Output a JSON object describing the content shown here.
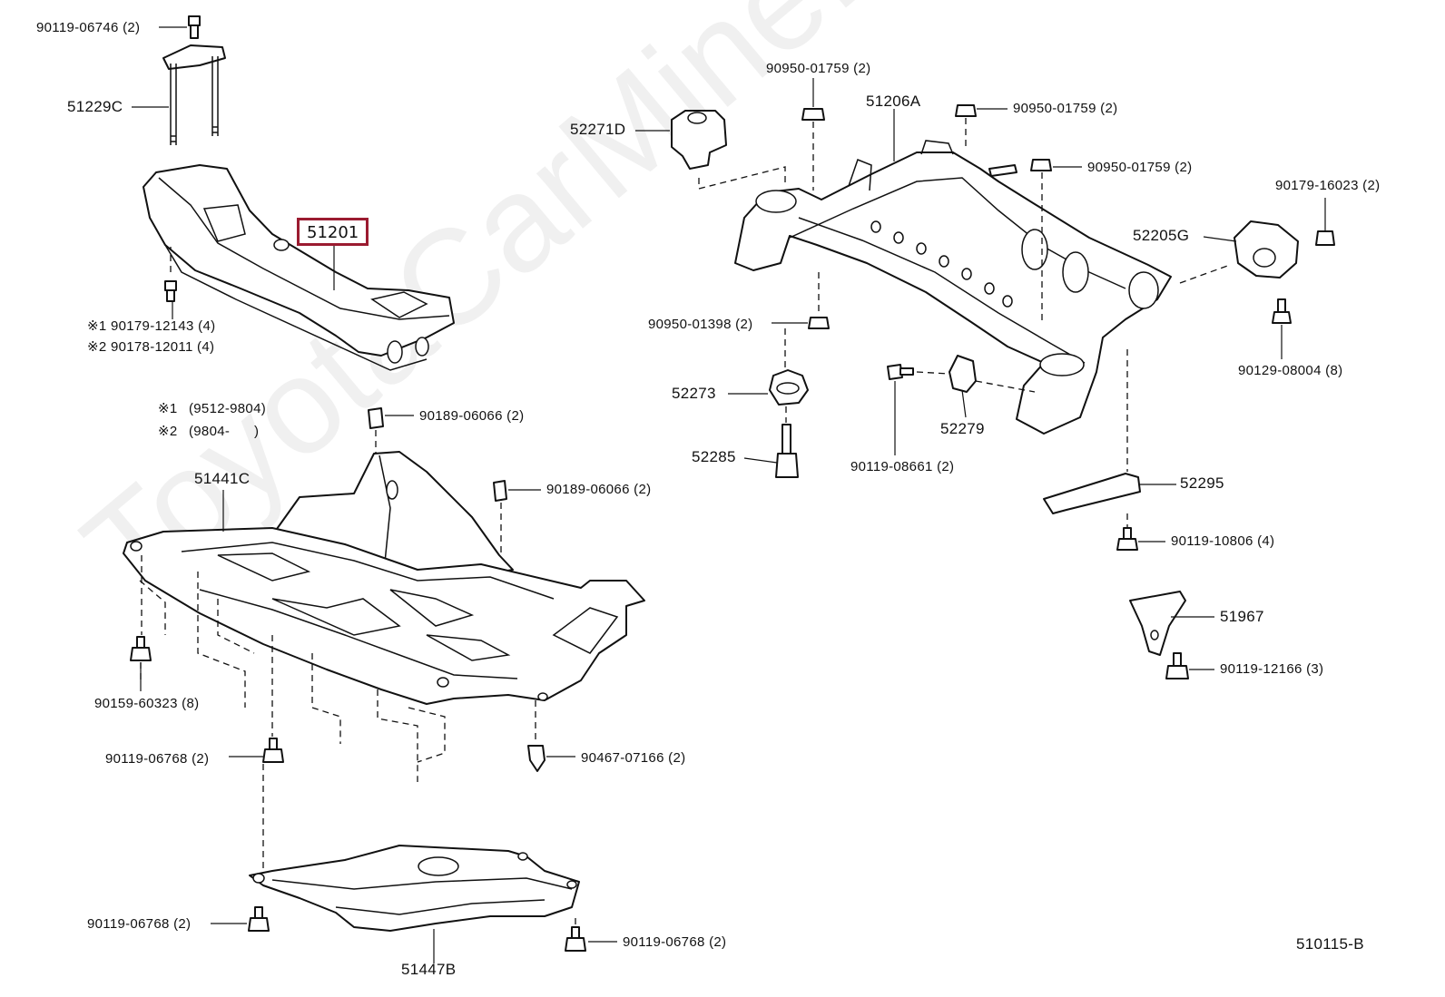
{
  "watermark": "ToyotaCarMine.ru",
  "diagram_code": "510115-B",
  "notes": [
    {
      "mark": "※1",
      "text": "(9512-9804)"
    },
    {
      "mark": "※2",
      "text": "(9804-      )"
    }
  ],
  "highlight_color": "#9b1b30",
  "callouts": {
    "p90119_06746": "90119-06746 (2)",
    "p51229c": "51229C",
    "p51201": "51201",
    "p90179_12143": "※1  90179-12143 (4)",
    "p90178_12011": "※2  90178-12011 (4)",
    "p90950_01759_a": "90950-01759 (2)",
    "p51206a": "51206A",
    "p90950_01759_b": "90950-01759 (2)",
    "p52271d": "52271D",
    "p90950_01759_c": "90950-01759 (2)",
    "p90179_16023": "90179-16023 (2)",
    "p52205g": "52205G",
    "p90950_01398": "90950-01398 (2)",
    "p90129_08004": "90129-08004 (8)",
    "p52273": "52273",
    "p52279": "52279",
    "p52285": "52285",
    "p90119_08661": "90119-08661 (2)",
    "p52295": "52295",
    "p90189_06066_a": "90189-06066 (2)",
    "p90189_06066_b": "90189-06066 (2)",
    "p51441c": "51441C",
    "p90119_10806": "90119-10806 (4)",
    "p51967": "51967",
    "p90119_12166": "90119-12166 (3)",
    "p90159_60323": "90159-60323 (8)",
    "p90119_06768_a": "90119-06768 (2)",
    "p90467_07166": "90467-07166 (2)",
    "p90119_06768_b": "90119-06768 (2)",
    "p90119_06768_c": "90119-06768 (2)",
    "p51447b": "51447B"
  }
}
